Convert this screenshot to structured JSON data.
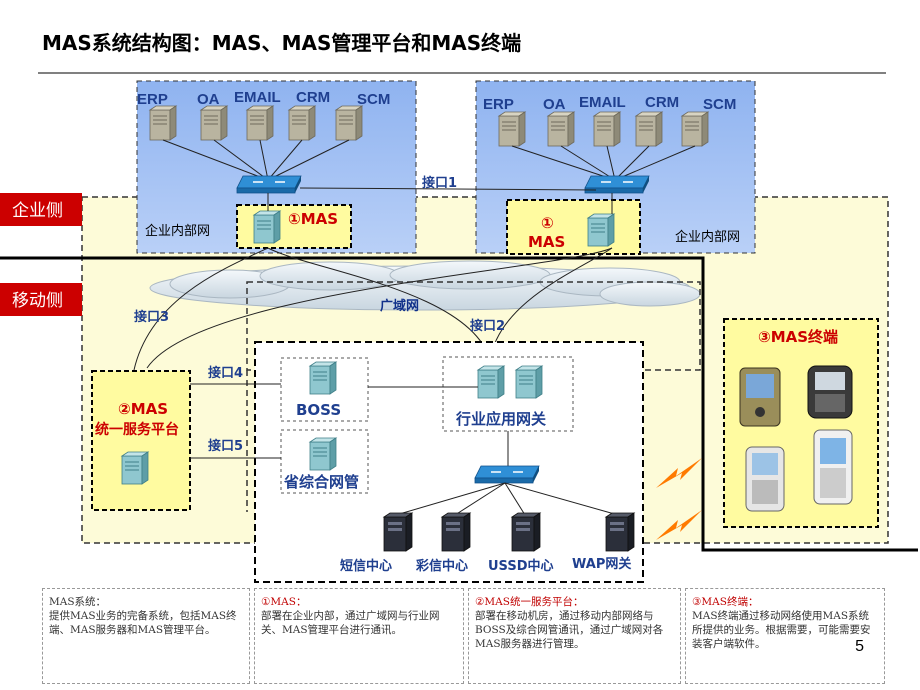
{
  "title": "MAS系统结构图：MAS、MAS管理平台和MAS终端",
  "left_enterprise": {
    "apps": [
      "ERP",
      "OA",
      "EMAIL",
      "CRM",
      "SCM"
    ],
    "mas_label": "①MAS",
    "internal_net": "企业内部网"
  },
  "right_enterprise": {
    "apps": [
      "ERP",
      "OA",
      "EMAIL",
      "CRM",
      "SCM"
    ],
    "mas_label_1": "①",
    "mas_label_2": "MAS",
    "internal_net": "企业内部网"
  },
  "side_labels": {
    "enterprise": "企业侧",
    "mobile": "移动侧"
  },
  "interfaces": {
    "i1": "接口1",
    "i2": "接口2",
    "i3": "接口3",
    "i4": "接口4",
    "i5": "接口5"
  },
  "wan": "广域网",
  "platform": {
    "line1": "②MAS",
    "line2": "统一服务平台"
  },
  "boss": "BOSS",
  "provincial": "省综合网管",
  "gateway": "行业应用网关",
  "centers": [
    "短信中心",
    "彩信中心",
    "USSD中心",
    "WAP网关"
  ],
  "terminal": {
    "title": "③MAS终端"
  },
  "notes": [
    {
      "title": "MAS系统：",
      "body": "提供MAS业务的完备系统，包括MAS终端、MAS服务器和MAS管理平台。"
    },
    {
      "title": "①MAS：",
      "body": "部署在企业内部，通过广域网与行业网关、MAS管理平台进行通讯。"
    },
    {
      "title": "②MAS统一服务平台：",
      "body": "部署在移动机房，通过移动内部网络与BOSS及综合网管通讯，通过广域网对各MAS服务器进行管理。"
    },
    {
      "title": "③MAS终端：",
      "body": "MAS终端通过移动网络使用MAS系统所提供的业务。根据需要，可能需要安装客户端软件。"
    }
  ],
  "page_number": "5",
  "colors": {
    "red": "#cc0000",
    "blue": "#1f3f8f",
    "navy": "#10308a"
  }
}
